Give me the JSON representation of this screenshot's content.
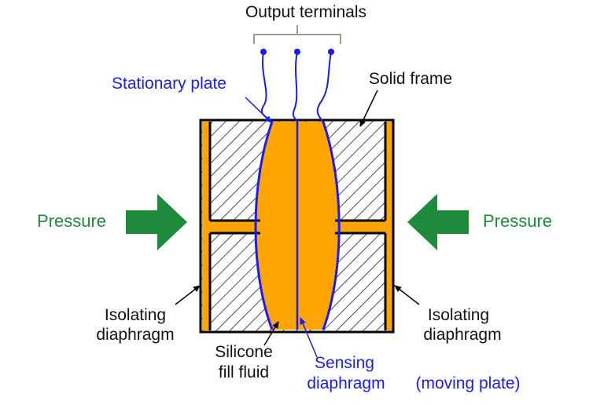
{
  "labels": {
    "output_terminals": "Output terminals",
    "stationary_plate": "Stationary plate",
    "solid_frame": "Solid frame",
    "pressure_left": "Pressure",
    "pressure_right": "Pressure",
    "isolating_left_line1": "Isolating",
    "isolating_left_line2": "diaphragm",
    "isolating_right_line1": "Isolating",
    "isolating_right_line2": "diaphragm",
    "silicone_line1": "Silicone",
    "silicone_line2": "fill fluid",
    "sensing_line1": "Sensing",
    "sensing_line2": "diaphragm",
    "moving_plate": "(moving plate)"
  },
  "colors": {
    "fluid": "#ffa500",
    "wire": "#1a1aff",
    "pressure_arrow": "#1e8a3c",
    "frame": "#000000",
    "bracket": "#999999"
  },
  "icons": {
    "pressure_left": "arrow-right-icon",
    "pressure_right": "arrow-left-icon"
  }
}
